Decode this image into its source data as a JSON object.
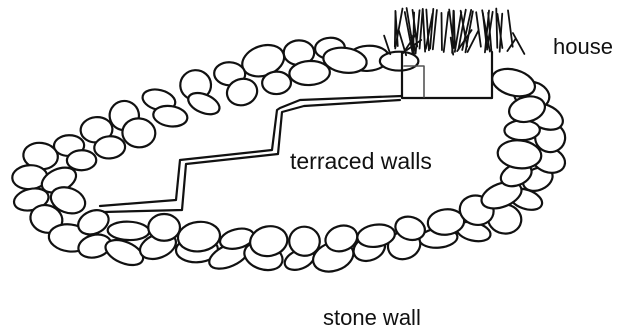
{
  "labels": {
    "house": "house",
    "terraced": "terraced walls",
    "stone": "stone wall"
  }
}
